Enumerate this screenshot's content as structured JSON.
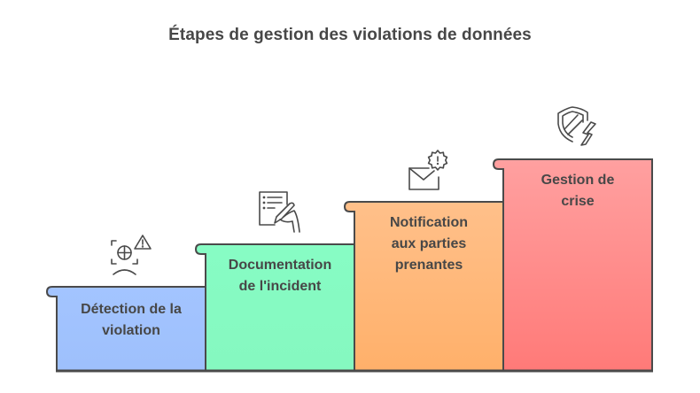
{
  "title": "Étapes de gestion des violations de données",
  "colors": {
    "stroke": "#4a4a4a",
    "text": "#474747",
    "step1_top": "#a3c4ff",
    "step1_bottom": "#9ec0fc",
    "step2_top": "#87fcc4",
    "step2_bottom": "#85f8c0",
    "step3_top": "#ffc08a",
    "step3_bottom": "#ffb06a",
    "step4_top": "#ffa0a0",
    "step4_bottom": "#ff7a78"
  },
  "steps": [
    {
      "label": "Détection de la violation",
      "line1": "Détection de la",
      "line2": "violation",
      "icon": "face-scan-alert-icon"
    },
    {
      "label": "Documentation de l'incident",
      "line1": "Documentation",
      "line2": "de l'incident",
      "icon": "document-sign-icon"
    },
    {
      "label": "Notification aux parties prenantes",
      "line1": "Notification",
      "line2": "aux parties",
      "line3": "prenantes",
      "icon": "mail-alert-icon"
    },
    {
      "label": "Gestion de crise",
      "line1": "Gestion de",
      "line2": "crise",
      "icon": "shield-lightning-icon"
    }
  ]
}
